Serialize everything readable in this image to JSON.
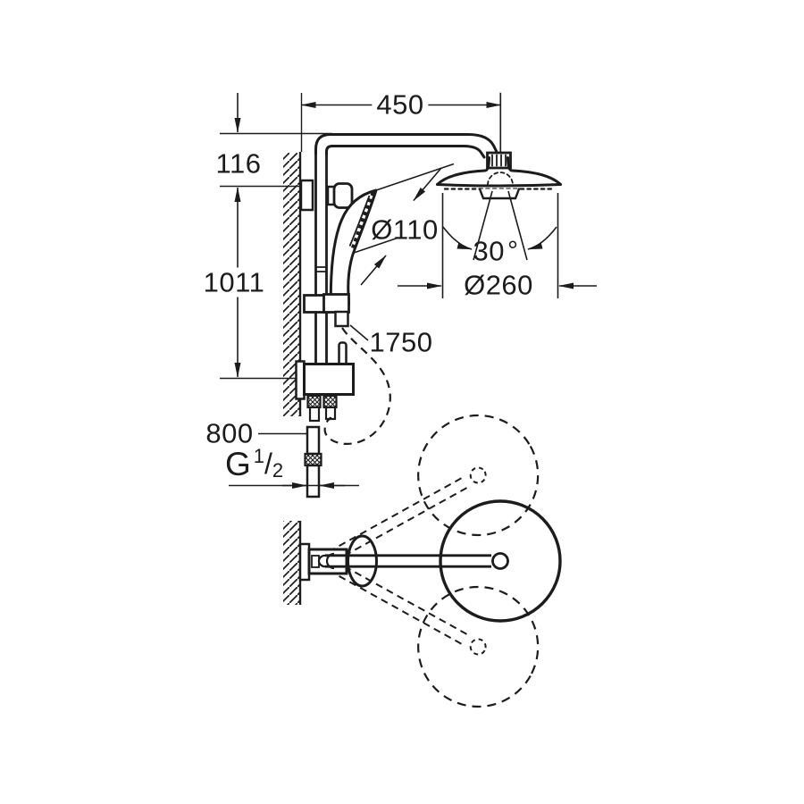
{
  "meta": {
    "title": "Shower system installation drawing"
  },
  "dimensions": {
    "arm_projection": "450",
    "top_offset": "116",
    "rail_length": "1011",
    "hand_shower_diameter": "Ø110",
    "spray_angle_value": "30",
    "spray_angle_degree": "°",
    "head_shower_diameter": "Ø260",
    "hose_length": "1750",
    "supply_dimension": "800",
    "thread_g": "G",
    "thread_numerator": "1",
    "thread_slash": "/",
    "thread_denominator": "2"
  },
  "drawing": {
    "line_color": "#1c1c1c",
    "background": "#ffffff"
  }
}
